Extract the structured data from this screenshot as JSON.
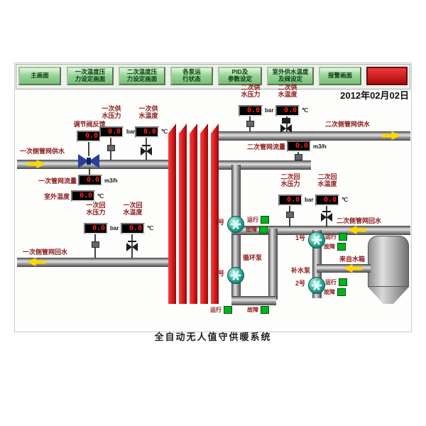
{
  "window": {
    "date": "2012年02月02日",
    "caption": "全自动无人值守供暖系统"
  },
  "toolbar": {
    "buttons": [
      "主画面",
      "一次温度压\n力设定画面",
      "二次温度压\n力设定画面",
      "各泵运\n行状态",
      "PID及\n参数设定",
      "室外供水温度\n及阀设定",
      "报警画面"
    ]
  },
  "displays": {
    "valve_feedback": {
      "label": "调节阀反馈",
      "value": "0.0",
      "unit": "%"
    },
    "primary_supply_pressure": {
      "label": "一次供\n水压力",
      "value": "0.0",
      "unit": "bar"
    },
    "primary_supply_temp": {
      "label": "一次供\n水温度",
      "value": "0.0",
      "unit": "℃"
    },
    "primary_flow": {
      "label": "一次管网流量",
      "value": "0.0",
      "unit": "m3/h"
    },
    "outdoor_temp": {
      "label": "室外温度",
      "value": "0.0",
      "unit": "℃"
    },
    "primary_return_pressure": {
      "label": "一次回\n水压力",
      "value": "0.0",
      "unit": "bar"
    },
    "primary_return_temp": {
      "label": "一次回\n水温度",
      "value": "0.0",
      "unit": "℃"
    },
    "secondary_supply_pressure": {
      "label": "二次供\n水压力",
      "value": "0.0",
      "unit": "bar"
    },
    "secondary_supply_temp": {
      "label": "二次供\n水温度",
      "value": "0.0",
      "unit": "℃"
    },
    "secondary_flow": {
      "label": "二次管网流量",
      "value": "0.0",
      "unit": "m3/h"
    },
    "secondary_return_pressure": {
      "label": "二次回\n水压力",
      "value": "0.0",
      "unit": "bar"
    },
    "secondary_return_temp": {
      "label": "二次回\n水温度",
      "value": "0.0",
      "unit": "℃"
    }
  },
  "pipes": {
    "primary_supply": "一次侧管网供水",
    "primary_return": "一次侧管网回水",
    "secondary_supply": "二次侧管网供水",
    "secondary_return": "二次侧管网回水",
    "from_tank": "来自水箱"
  },
  "pumps": {
    "circulation_group": "循环泵",
    "makeup_group": "补水泵",
    "no1": "1号",
    "no2": "2号",
    "run": "运行",
    "fault": "故障"
  },
  "colors": {
    "button_green": "#9bd49b",
    "alarm_red": "#cc1111",
    "lcd_value_red": "#ff2020",
    "label_maroon": "#8b1a1a",
    "led_green": "#00b41e",
    "exchanger_red": "#d81818",
    "arrow_yellow": "#ffd800"
  }
}
